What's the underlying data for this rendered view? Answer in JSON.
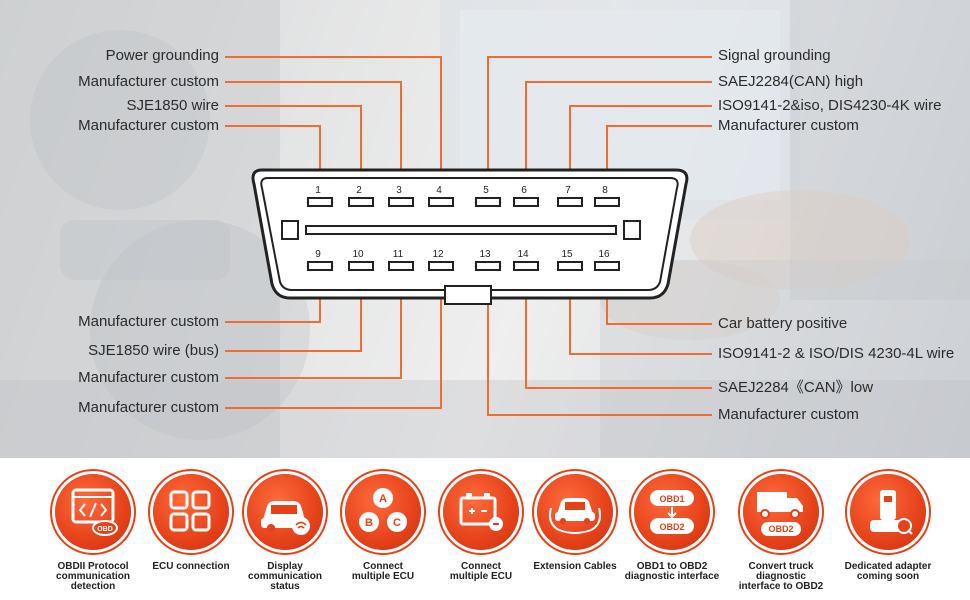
{
  "connector": {
    "top_pins": [
      "1",
      "2",
      "3",
      "4",
      "5",
      "6",
      "7",
      "8"
    ],
    "bottom_pins": [
      "9",
      "10",
      "11",
      "12",
      "13",
      "14",
      "15",
      "16"
    ]
  },
  "labels": {
    "p1": "Manufacturer custom",
    "p2": "SJE1850 wire",
    "p3": "Manufacturer custom",
    "p4": "Power grounding",
    "p5": "Signal grounding",
    "p6": "SAEJ2284(CAN) high",
    "p7": "ISO9141-2&iso, DIS4230-4K wire",
    "p8": "Manufacturer custom",
    "p9": "Manufacturer custom",
    "p10": "SJE1850 wire (bus)",
    "p11": "Manufacturer custom",
    "p12": "Manufacturer custom",
    "p13": "Manufacturer custom",
    "p14": "SAEJ2284《CAN》low",
    "p15": "ISO9141-2 & ISO/DIS 4230-4L wire",
    "p16": "Car battery positive"
  },
  "colors": {
    "leader": "#f26b2f",
    "accent": "#e5421a"
  },
  "features": [
    {
      "icon": "code-obd-icon",
      "line1": "OBDII Protocol",
      "line2": "communication detection",
      "line3": ""
    },
    {
      "icon": "ecu-grid-icon",
      "line1": "ECU connection",
      "line2": "",
      "line3": ""
    },
    {
      "icon": "car-wifi-icon",
      "line1": "Display",
      "line2": "communication",
      "line3": "status"
    },
    {
      "icon": "abc-ecu-icon",
      "line1": "Connect",
      "line2": "multiple ECU",
      "line3": ""
    },
    {
      "icon": "battery-car-icon",
      "line1": "Connect",
      "line2": "multiple ECU",
      "line3": ""
    },
    {
      "icon": "car-cable-icon",
      "line1": "Extension Cables",
      "line2": "",
      "line3": ""
    },
    {
      "icon": "obd1-obd2-icon",
      "line1": "OBD1 to OBD2",
      "line2": "diagnostic interface",
      "line3": ""
    },
    {
      "icon": "truck-obd2-icon",
      "line1": "Convert truck diagnostic",
      "line2": "interface to OBD2",
      "line3": ""
    },
    {
      "icon": "adapter-icon",
      "line1": "Dedicated adapter",
      "line2": "coming soon",
      "line3": ""
    }
  ],
  "icon_text": {
    "obd": "OBD",
    "obd1": "OBD1",
    "obd2": "OBD2",
    "a": "A",
    "b": "B",
    "c": "C"
  }
}
